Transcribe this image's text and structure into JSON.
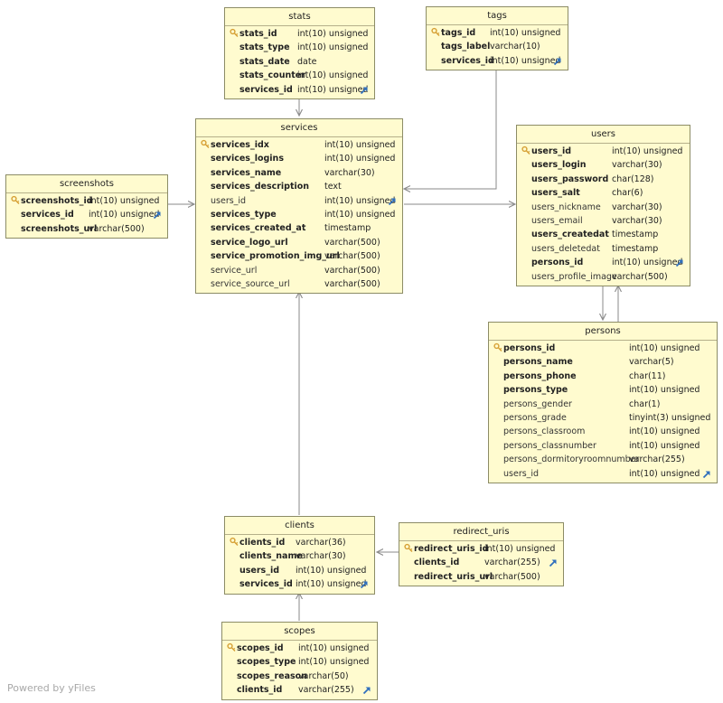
{
  "footer": "Powered by yFiles",
  "colors": {
    "table_fill": "#fffbcf",
    "table_border": "#8c8c66",
    "edge": "#8a8a8a",
    "key_icon": "#d6a035",
    "fk_icon": "#2f6fbd"
  },
  "tables": [
    {
      "id": "stats",
      "title": "stats",
      "fields": [
        {
          "name": "stats_id",
          "type": "int(10) unsigned",
          "pk": true,
          "bold": true,
          "fk": false
        },
        {
          "name": "stats_type",
          "type": "int(10) unsigned",
          "pk": false,
          "bold": true,
          "fk": false
        },
        {
          "name": "stats_date",
          "type": "date",
          "pk": false,
          "bold": true,
          "fk": false
        },
        {
          "name": "stats_counter",
          "type": "int(10) unsigned",
          "pk": false,
          "bold": true,
          "fk": false
        },
        {
          "name": "services_id",
          "type": "int(10) unsigned",
          "pk": false,
          "bold": true,
          "fk": true
        }
      ]
    },
    {
      "id": "tags",
      "title": "tags",
      "fields": [
        {
          "name": "tags_id",
          "type": "int(10) unsigned",
          "pk": true,
          "bold": true,
          "fk": false
        },
        {
          "name": "tags_label",
          "type": "varchar(10)",
          "pk": false,
          "bold": true,
          "fk": false
        },
        {
          "name": "services_id",
          "type": "int(10) unsigned",
          "pk": false,
          "bold": true,
          "fk": true
        }
      ]
    },
    {
      "id": "services",
      "title": "services",
      "fields": [
        {
          "name": "services_idx",
          "type": "int(10) unsigned",
          "pk": true,
          "bold": true,
          "fk": false
        },
        {
          "name": "services_logins",
          "type": "int(10) unsigned",
          "pk": false,
          "bold": true,
          "fk": false
        },
        {
          "name": "services_name",
          "type": "varchar(30)",
          "pk": false,
          "bold": true,
          "fk": false
        },
        {
          "name": "services_description",
          "type": "text",
          "pk": false,
          "bold": true,
          "fk": false
        },
        {
          "name": "users_id",
          "type": "int(10) unsigned",
          "pk": false,
          "bold": false,
          "fk": true
        },
        {
          "name": "services_type",
          "type": "int(10) unsigned",
          "pk": false,
          "bold": true,
          "fk": false
        },
        {
          "name": "services_created_at",
          "type": "timestamp",
          "pk": false,
          "bold": true,
          "fk": false
        },
        {
          "name": "service_logo_url",
          "type": "varchar(500)",
          "pk": false,
          "bold": true,
          "fk": false
        },
        {
          "name": "service_promotion_img_url",
          "type": "varchar(500)",
          "pk": false,
          "bold": true,
          "fk": false
        },
        {
          "name": "service_url",
          "type": "varchar(500)",
          "pk": false,
          "bold": false,
          "fk": false
        },
        {
          "name": "service_source_url",
          "type": "varchar(500)",
          "pk": false,
          "bold": false,
          "fk": false
        }
      ]
    },
    {
      "id": "screenshots",
      "title": "screenshots",
      "fields": [
        {
          "name": "screenshots_id",
          "type": "int(10) unsigned",
          "pk": true,
          "bold": true,
          "fk": false
        },
        {
          "name": "services_id",
          "type": "int(10) unsigned",
          "pk": false,
          "bold": true,
          "fk": true
        },
        {
          "name": "screenshots_url",
          "type": "varchar(500)",
          "pk": false,
          "bold": true,
          "fk": false
        }
      ]
    },
    {
      "id": "users",
      "title": "users",
      "fields": [
        {
          "name": "users_id",
          "type": "int(10) unsigned",
          "pk": true,
          "bold": true,
          "fk": false
        },
        {
          "name": "users_login",
          "type": "varchar(30)",
          "pk": false,
          "bold": true,
          "fk": false
        },
        {
          "name": "users_password",
          "type": "char(128)",
          "pk": false,
          "bold": true,
          "fk": false
        },
        {
          "name": "users_salt",
          "type": "char(6)",
          "pk": false,
          "bold": true,
          "fk": false
        },
        {
          "name": "users_nickname",
          "type": "varchar(30)",
          "pk": false,
          "bold": false,
          "fk": false
        },
        {
          "name": "users_email",
          "type": "varchar(30)",
          "pk": false,
          "bold": false,
          "fk": false
        },
        {
          "name": "users_createdat",
          "type": "timestamp",
          "pk": false,
          "bold": true,
          "fk": false
        },
        {
          "name": "users_deletedat",
          "type": "timestamp",
          "pk": false,
          "bold": false,
          "fk": false
        },
        {
          "name": "persons_id",
          "type": "int(10) unsigned",
          "pk": false,
          "bold": true,
          "fk": true
        },
        {
          "name": "users_profile_image",
          "type": "varchar(500)",
          "pk": false,
          "bold": false,
          "fk": false
        }
      ]
    },
    {
      "id": "persons",
      "title": "persons",
      "fields": [
        {
          "name": "persons_id",
          "type": "int(10) unsigned",
          "pk": true,
          "bold": true,
          "fk": false
        },
        {
          "name": "persons_name",
          "type": "varchar(5)",
          "pk": false,
          "bold": true,
          "fk": false
        },
        {
          "name": "persons_phone",
          "type": "char(11)",
          "pk": false,
          "bold": true,
          "fk": false
        },
        {
          "name": "persons_type",
          "type": "int(10) unsigned",
          "pk": false,
          "bold": true,
          "fk": false
        },
        {
          "name": "persons_gender",
          "type": "char(1)",
          "pk": false,
          "bold": false,
          "fk": false
        },
        {
          "name": "persons_grade",
          "type": "tinyint(3) unsigned",
          "pk": false,
          "bold": false,
          "fk": false
        },
        {
          "name": "persons_classroom",
          "type": "int(10) unsigned",
          "pk": false,
          "bold": false,
          "fk": false
        },
        {
          "name": "persons_classnumber",
          "type": "int(10) unsigned",
          "pk": false,
          "bold": false,
          "fk": false
        },
        {
          "name": "persons_dormitoryroomnumber",
          "type": "varchar(255)",
          "pk": false,
          "bold": false,
          "fk": false
        },
        {
          "name": "users_id",
          "type": "int(10) unsigned",
          "pk": false,
          "bold": false,
          "fk": true
        }
      ]
    },
    {
      "id": "clients",
      "title": "clients",
      "fields": [
        {
          "name": "clients_id",
          "type": "varchar(36)",
          "pk": true,
          "bold": true,
          "fk": false
        },
        {
          "name": "clients_name",
          "type": "varchar(30)",
          "pk": false,
          "bold": true,
          "fk": false
        },
        {
          "name": "users_id",
          "type": "int(10) unsigned",
          "pk": false,
          "bold": true,
          "fk": false
        },
        {
          "name": "services_id",
          "type": "int(10) unsigned",
          "pk": false,
          "bold": true,
          "fk": true
        }
      ]
    },
    {
      "id": "redirect_uris",
      "title": "redirect_uris",
      "fields": [
        {
          "name": "redirect_uris_id",
          "type": "int(10) unsigned",
          "pk": true,
          "bold": true,
          "fk": false
        },
        {
          "name": "clients_id",
          "type": "varchar(255)",
          "pk": false,
          "bold": true,
          "fk": true
        },
        {
          "name": "redirect_uris_url",
          "type": "varchar(500)",
          "pk": false,
          "bold": true,
          "fk": false
        }
      ]
    },
    {
      "id": "scopes",
      "title": "scopes",
      "fields": [
        {
          "name": "scopes_id",
          "type": "int(10) unsigned",
          "pk": true,
          "bold": true,
          "fk": false
        },
        {
          "name": "scopes_type",
          "type": "int(10) unsigned",
          "pk": false,
          "bold": true,
          "fk": false
        },
        {
          "name": "scopes_reason",
          "type": "varchar(50)",
          "pk": false,
          "bold": true,
          "fk": false
        },
        {
          "name": "clients_id",
          "type": "varchar(255)",
          "pk": false,
          "bold": true,
          "fk": true
        }
      ]
    }
  ],
  "relations": [
    {
      "from": "stats",
      "to": "services"
    },
    {
      "from": "tags",
      "to": "services"
    },
    {
      "from": "screenshots",
      "to": "services"
    },
    {
      "from": "services",
      "to": "users"
    },
    {
      "from": "users",
      "to": "persons"
    },
    {
      "from": "persons",
      "to": "users"
    },
    {
      "from": "clients",
      "to": "services"
    },
    {
      "from": "redirect_uris",
      "to": "clients"
    },
    {
      "from": "scopes",
      "to": "clients"
    }
  ]
}
